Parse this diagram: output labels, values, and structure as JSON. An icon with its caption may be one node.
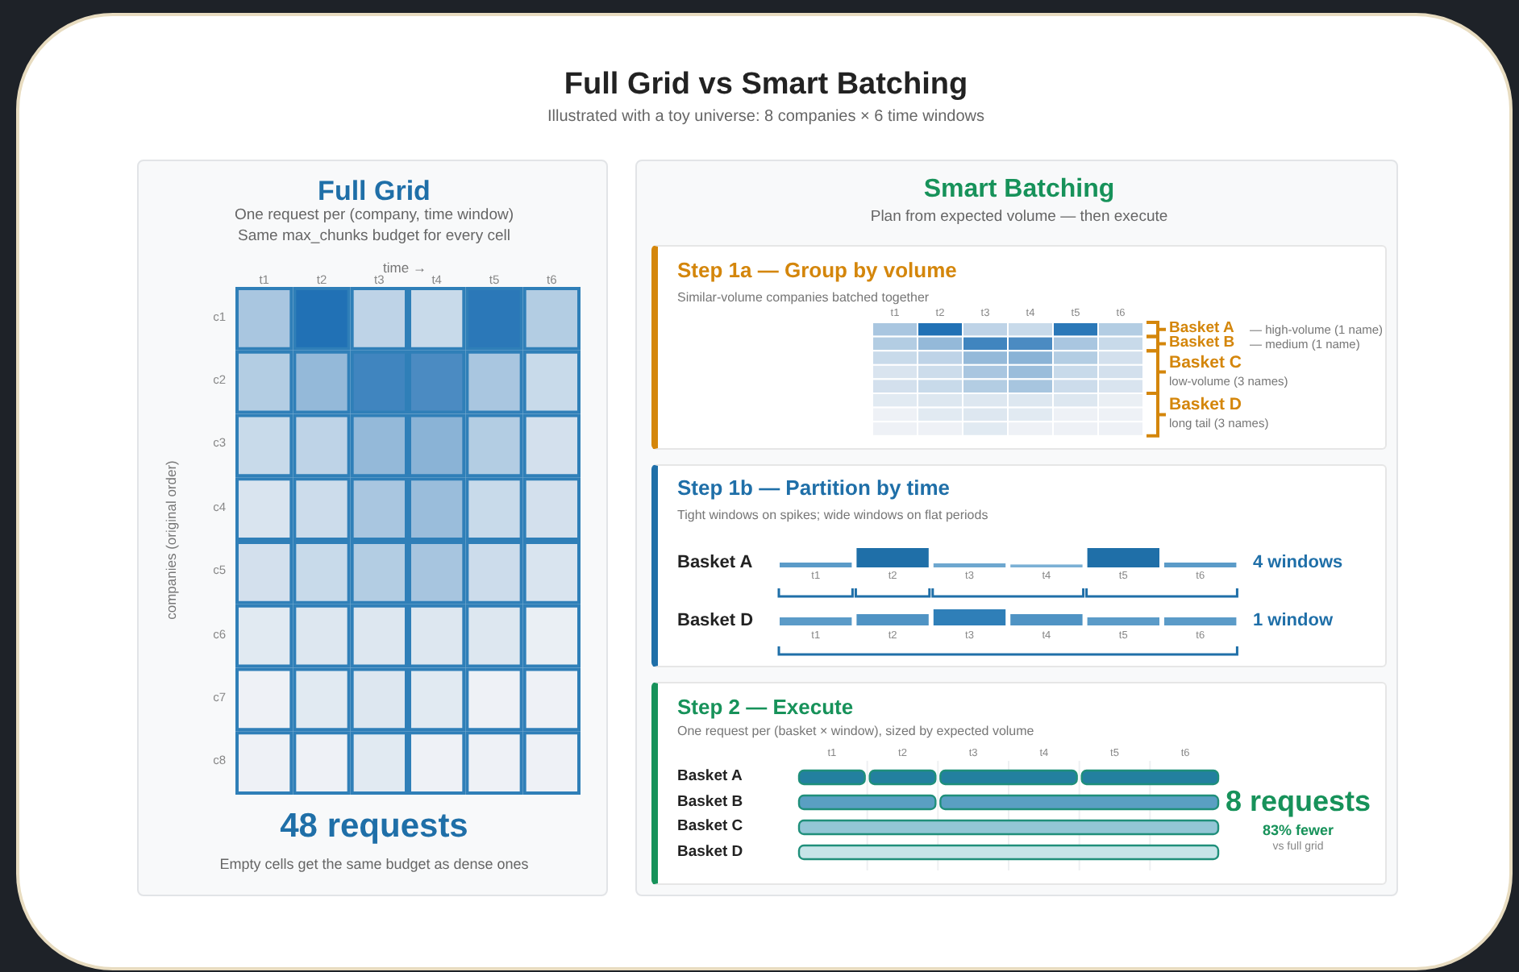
{
  "diagram": {
    "title": "Full Grid vs Smart Batching",
    "caption": "Illustrated with a toy universe: 8 companies × 6 time windows",
    "nodes": [
      {
        "text": [
          "Full Grid",
          "One request per (company, time window)",
          "Same max_chunks budget for every cell",
          "48 requests",
          "Empty cells get the same budget as dense ones"
        ]
      },
      {
        "text": [
          "Smart Batching",
          "Plan from expected volume — then execute"
        ]
      },
      {
        "text": [
          "Step 1a — Group by volume",
          "Similar-volume companies batched together"
        ],
        "in": 1
      },
      {
        "text": [
          "Step 1b — Partition by time",
          "Tight windows on spikes; wide windows on flat periods"
        ],
        "in": 1
      },
      {
        "text": [
          "Step 2 — Execute",
          "One request per (basket × window), sized by expected volume",
          "8 requests",
          "83% fewer",
          "vs full grid"
        ],
        "in": 1
      }
    ],
    "labels": [
      "time →",
      "t1",
      "t2",
      "t3",
      "t4",
      "t5",
      "t6",
      "c1",
      "c2",
      "c3",
      "c4",
      "c5",
      "c6",
      "c7",
      "c8",
      "companies (original order)",
      "t1",
      "t2",
      "t3",
      "t4",
      "t5",
      "t6",
      "Basket A",
      "— high-volume (1 name)",
      "Basket B",
      "— medium (1 name)",
      "Basket C",
      "low-volume (3 names)",
      "Basket D",
      "long tail (3 names)",
      "Basket A",
      "t1",
      "t2",
      "t3",
      "t4",
      "t5",
      "t6",
      "4 windows",
      "Basket D",
      "t1",
      "t2",
      "t3",
      "t4",
      "t5",
      "t6",
      "1 window",
      "t1",
      "t2",
      "t3",
      "t4",
      "t5",
      "t6",
      "Basket A",
      "Basket B",
      "Basket C",
      "Basket D"
    ]
  }
}
